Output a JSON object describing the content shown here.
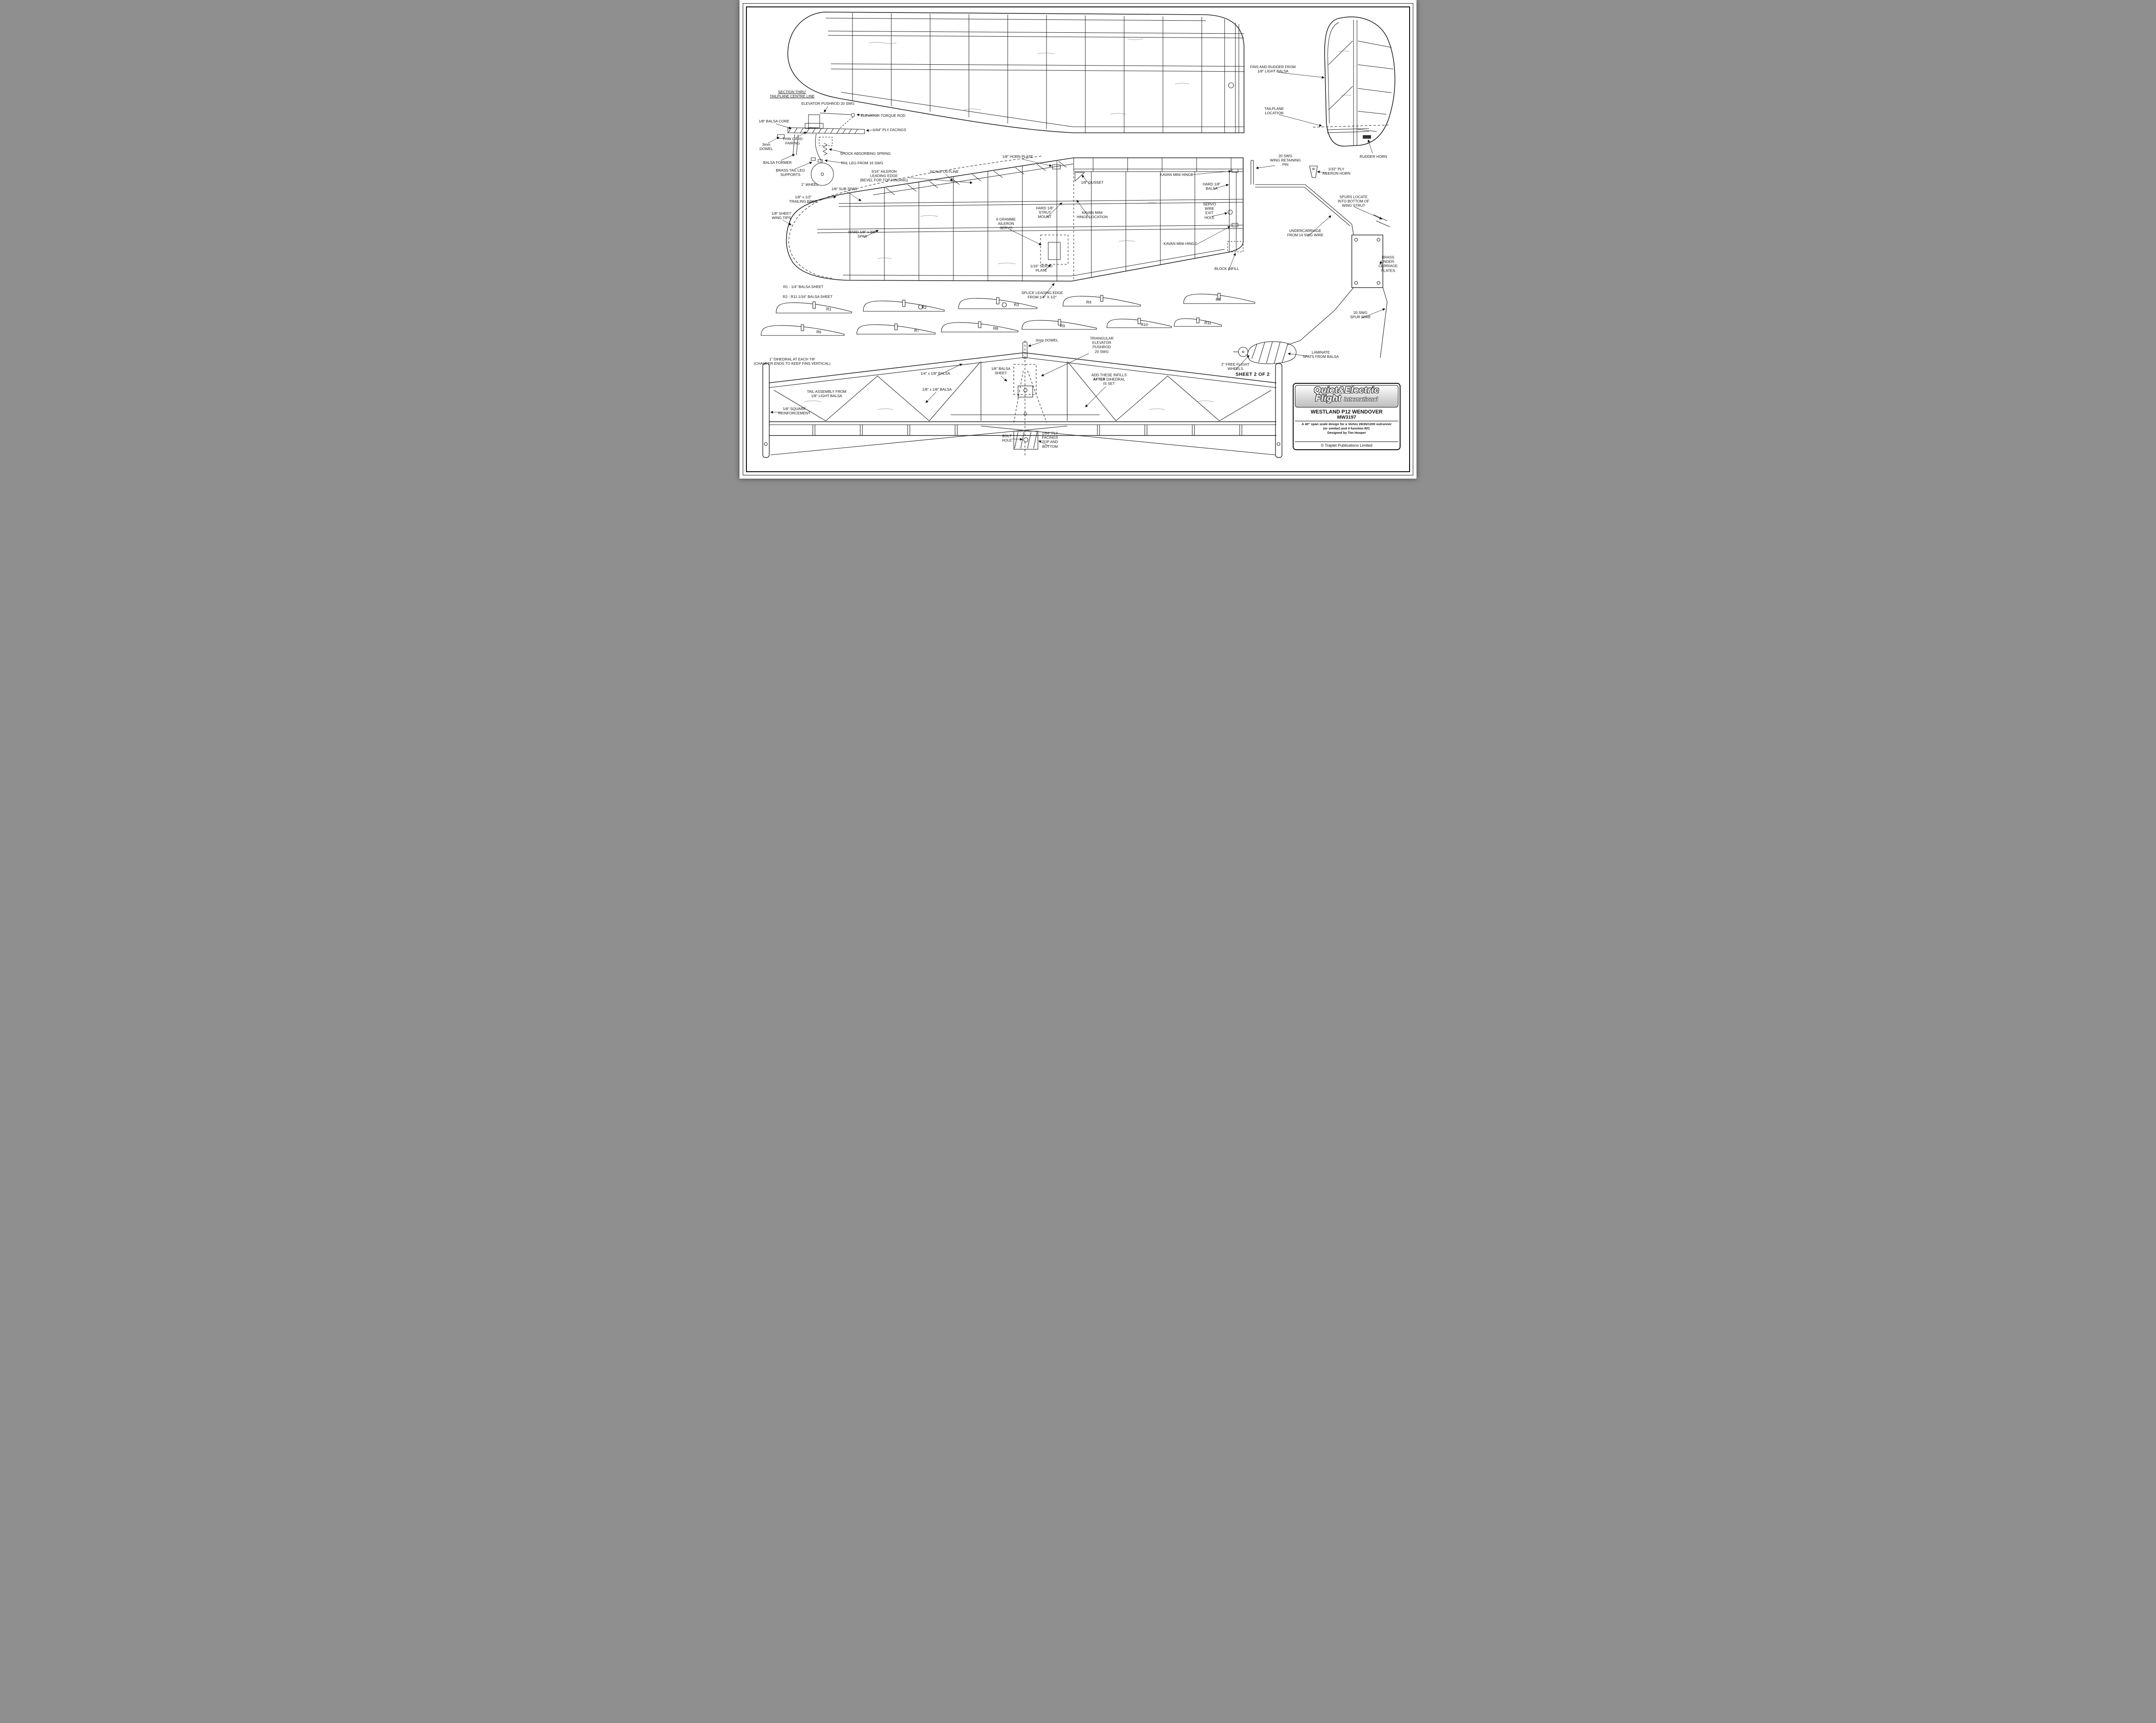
{
  "page": {
    "sheet_label": "SHEET 2 OF 2"
  },
  "title_block": {
    "logo_line1": "Quiet&Electric",
    "logo_word_flight": "Flight",
    "logo_word_intl": "International",
    "model_name": "WESTLAND P12 WENDOVER",
    "plan_number": "MW3197",
    "description": "A 40\" span scale design for a Vortex 28/26/1200 outrunner\n(or similar) and 4 function R/C",
    "designer": "Designed by Tim Hooper",
    "copyright": "© Traplet Publications Limited"
  },
  "ribs": [
    "R1",
    "R2",
    "R3",
    "R4",
    "R5",
    "R6",
    "R7",
    "R8",
    "R9",
    "R10",
    "R11"
  ],
  "callouts": {
    "section_heading": "SECTION THRU'\nTAILPLANE CENTRE LINE",
    "elevator_pushrod": "ELEVATOR PUSHROD 20 SWG",
    "elevator_torque_rod": "ELEVATOR TORQUE ROD",
    "balsa_core": "1/8\" BALSA CORE",
    "ply_facings": "1/64\" PLY FACINGS",
    "card_fairing": "THIN CARD\nFAIRING",
    "dowel_3mm": "3mm\nDOWEL",
    "shock_spring": "SHOCK ABSORBING SPRING",
    "balsa_former": "BALSA FORMER",
    "tail_leg": "TAIL LEG FROM 16 SWG",
    "brass_supports": "BRASS TAIL LEG\nSUPPORTS",
    "wheel_1in": "1\" WHEEL",
    "fins_rudder": "FINS AND RUDDER FROM\n1/8\" LIGHT BALSA",
    "tailplane_location": "TAILPLANE\nLOCATION",
    "rudder_horn": "RUDDER HORN",
    "horn_plate": "1/8\" HORN PLATE",
    "scale_outline": "SCALE OUTLINE",
    "aileron_le": "3/16\" AILERON\nLEADING EDGE\n(BEVEL FOR TOP HINGING)",
    "sub_spar": "1/8\" SUB SPAR",
    "trailing_edge": "1/8\" x 1/2\"\nTRAILING EDGE",
    "wing_tips": "1/8\" SHEET\nWING TIPS",
    "main_spar": "HARD 1/8\" x 3/8\"\nSPAR",
    "gusset": "1/8\" GUSSET",
    "kavan_hinge_top": "KAVAN MINI HINGE",
    "hard_balsa": "HARD 1/8\"\nBALSA",
    "retaining_pin": "20 SWG\nWING RETAINING\nPIN",
    "aileron_horn": "1/32\" PLY\nAILERON HORN",
    "strut_mount": "HARD 1/8\"\nSTRUT\nMOUNT",
    "hinge_location": "KAVAN MINI\nHINGE LOCATION",
    "aileron_servo": "6 GRAMME\nAILERON\nSERVO",
    "servo_wire_exit": "SERVO\nWIRE\nEXIT\nHOLE",
    "spurs_locate": "SPURS LOCATE\nINTO BOTTOM OF\nWING STRUT",
    "undercarriage": "UNDERCARRIAGE\nFROM 14 SWG WIRE",
    "kavan_hinge_bottom": "KAVAN MINI HINGE",
    "brass_plates": "BRASS\nUNDER-\nCARRIAGE\nPLATES",
    "servo_plate": "1/16\" SERVO\nPLATE",
    "block_infill": "BLOCK INFILL",
    "splice_le": "SPLICE LEADING EDGE\nFROM 1/4\" X 1/2\"",
    "spur_wire": "20 SWG\nSPUR WIRE",
    "rib_note1": "R1 - 1/4\" BALSA SHEET",
    "rib_note2": "R2 - R11 1/16\" BALSA SHEET",
    "dowel_3mm_b": "3mm DOWEL",
    "tri_pushrod": "TRIANGULAR\nELEVATOR\nPUSHROD\n20 SWG",
    "dihedral_note": "1\" DIHEDRAL AT EACH TIP\n(CHAMFER ENDS TO KEEP FINS VERTICAL)",
    "balsa_quarter": "1/4\" x 1/8\" BALSA",
    "balsa_sheet": "1/8\" BALSA\nSHEET",
    "infill_pre": "ADD THESE INFILLS",
    "infill_bold": "AFTER",
    "infill_post": "DIHEDRAL\nIS SET",
    "ff_wheels": "2\" FREE FLIGHT\nWHEELS",
    "laminate_spats": "LAMINATE\nSPATS FROM BALSA",
    "tail_assembly": "TAIL ASSEMBLY FROM\n1/8\" LIGHT BALSA",
    "balsa_eighth": "1/8\" x 1/8\" BALSA",
    "square_reinforcement": "1/8\" SQUARE\nREINFORCEMENT",
    "bolt_hole": "BOLT\nHOLE",
    "ply_facings_b": "1/64\" PLY\nFACINGS\nTOP AND\nBOTTOM"
  }
}
